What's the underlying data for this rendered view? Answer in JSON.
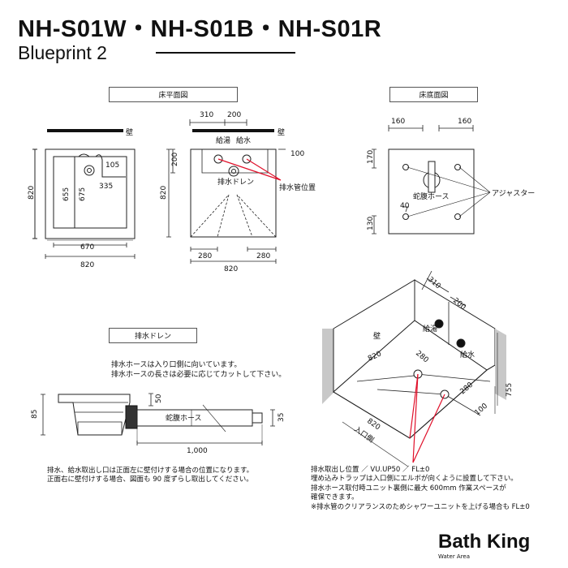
{
  "header": {
    "title": "NH-S01W・NH-S01B・NH-S01R",
    "subtitle": "Blueprint 2"
  },
  "section_labels": {
    "floor_plan": "床平面図",
    "floor_bottom": "床底面図",
    "drain": "排水ドレン"
  },
  "floor_plan_left": {
    "wall": "壁",
    "dims": {
      "height": "820",
      "inner_height": "655",
      "inner_height2": "675",
      "d105": "105",
      "d335": "335",
      "inner_width": "670",
      "width": "820"
    }
  },
  "floor_plan_right": {
    "wall": "壁",
    "hot": "給湯",
    "cold": "給水",
    "drain": "排水ドレン",
    "drain_pos": "排水管位置",
    "dims": {
      "d310": "310",
      "d200": "200",
      "d100": "100",
      "d200v": "200",
      "height": "820",
      "d280l": "280",
      "d280r": "280",
      "width": "820"
    }
  },
  "floor_bottom": {
    "hose": "蛇腹ホース",
    "adjuster": "アジャスター",
    "dims": {
      "d160l": "160",
      "d160r": "160",
      "d170": "170",
      "d40": "40",
      "d130": "130"
    }
  },
  "drain_section": {
    "note1": "排水ホースは入り口側に向いています。",
    "note2": "排水ホースの長さは必要に応じてカットして下さい。",
    "hose": "蛇腹ホース",
    "dims": {
      "d85": "85",
      "d50": "50",
      "d35": "35",
      "length": "1,000"
    }
  },
  "iso_view": {
    "wall": "壁",
    "hot": "給湯",
    "cold": "給水",
    "entrance": "入口側",
    "dims": {
      "d310": "310",
      "d200": "200",
      "d820a": "820",
      "d280a": "280",
      "d280b": "280",
      "d100": "100",
      "d755": "755",
      "d820b": "820"
    }
  },
  "bottom_notes_left": {
    "line1": "排水、給水取出し口は正面左に壁付けする場合の位置になります。",
    "line2": "正面右に壁付けする場合、図面も 90 度ずらし取出してください。"
  },
  "bottom_notes_right": {
    "line1": "排水取出し位置 ／ VU.UP50 ／ FL±0",
    "line2": "埋め込みトラップは入口側にエルボが向くように設置して下さい。",
    "line3": "排水ホース取付時ユニット裏側に最大 600mm 作業スペースが",
    "line4": "確保できます。",
    "line5": "※排水管のクリアランスのためシャワーユニットを上げる場合も FL±0"
  },
  "logo": {
    "name": "Bath King",
    "sub": "Water Area"
  },
  "colors": {
    "accent_red": "#e0102a",
    "wall_gray": "#c8c8c8",
    "line": "#222222"
  }
}
